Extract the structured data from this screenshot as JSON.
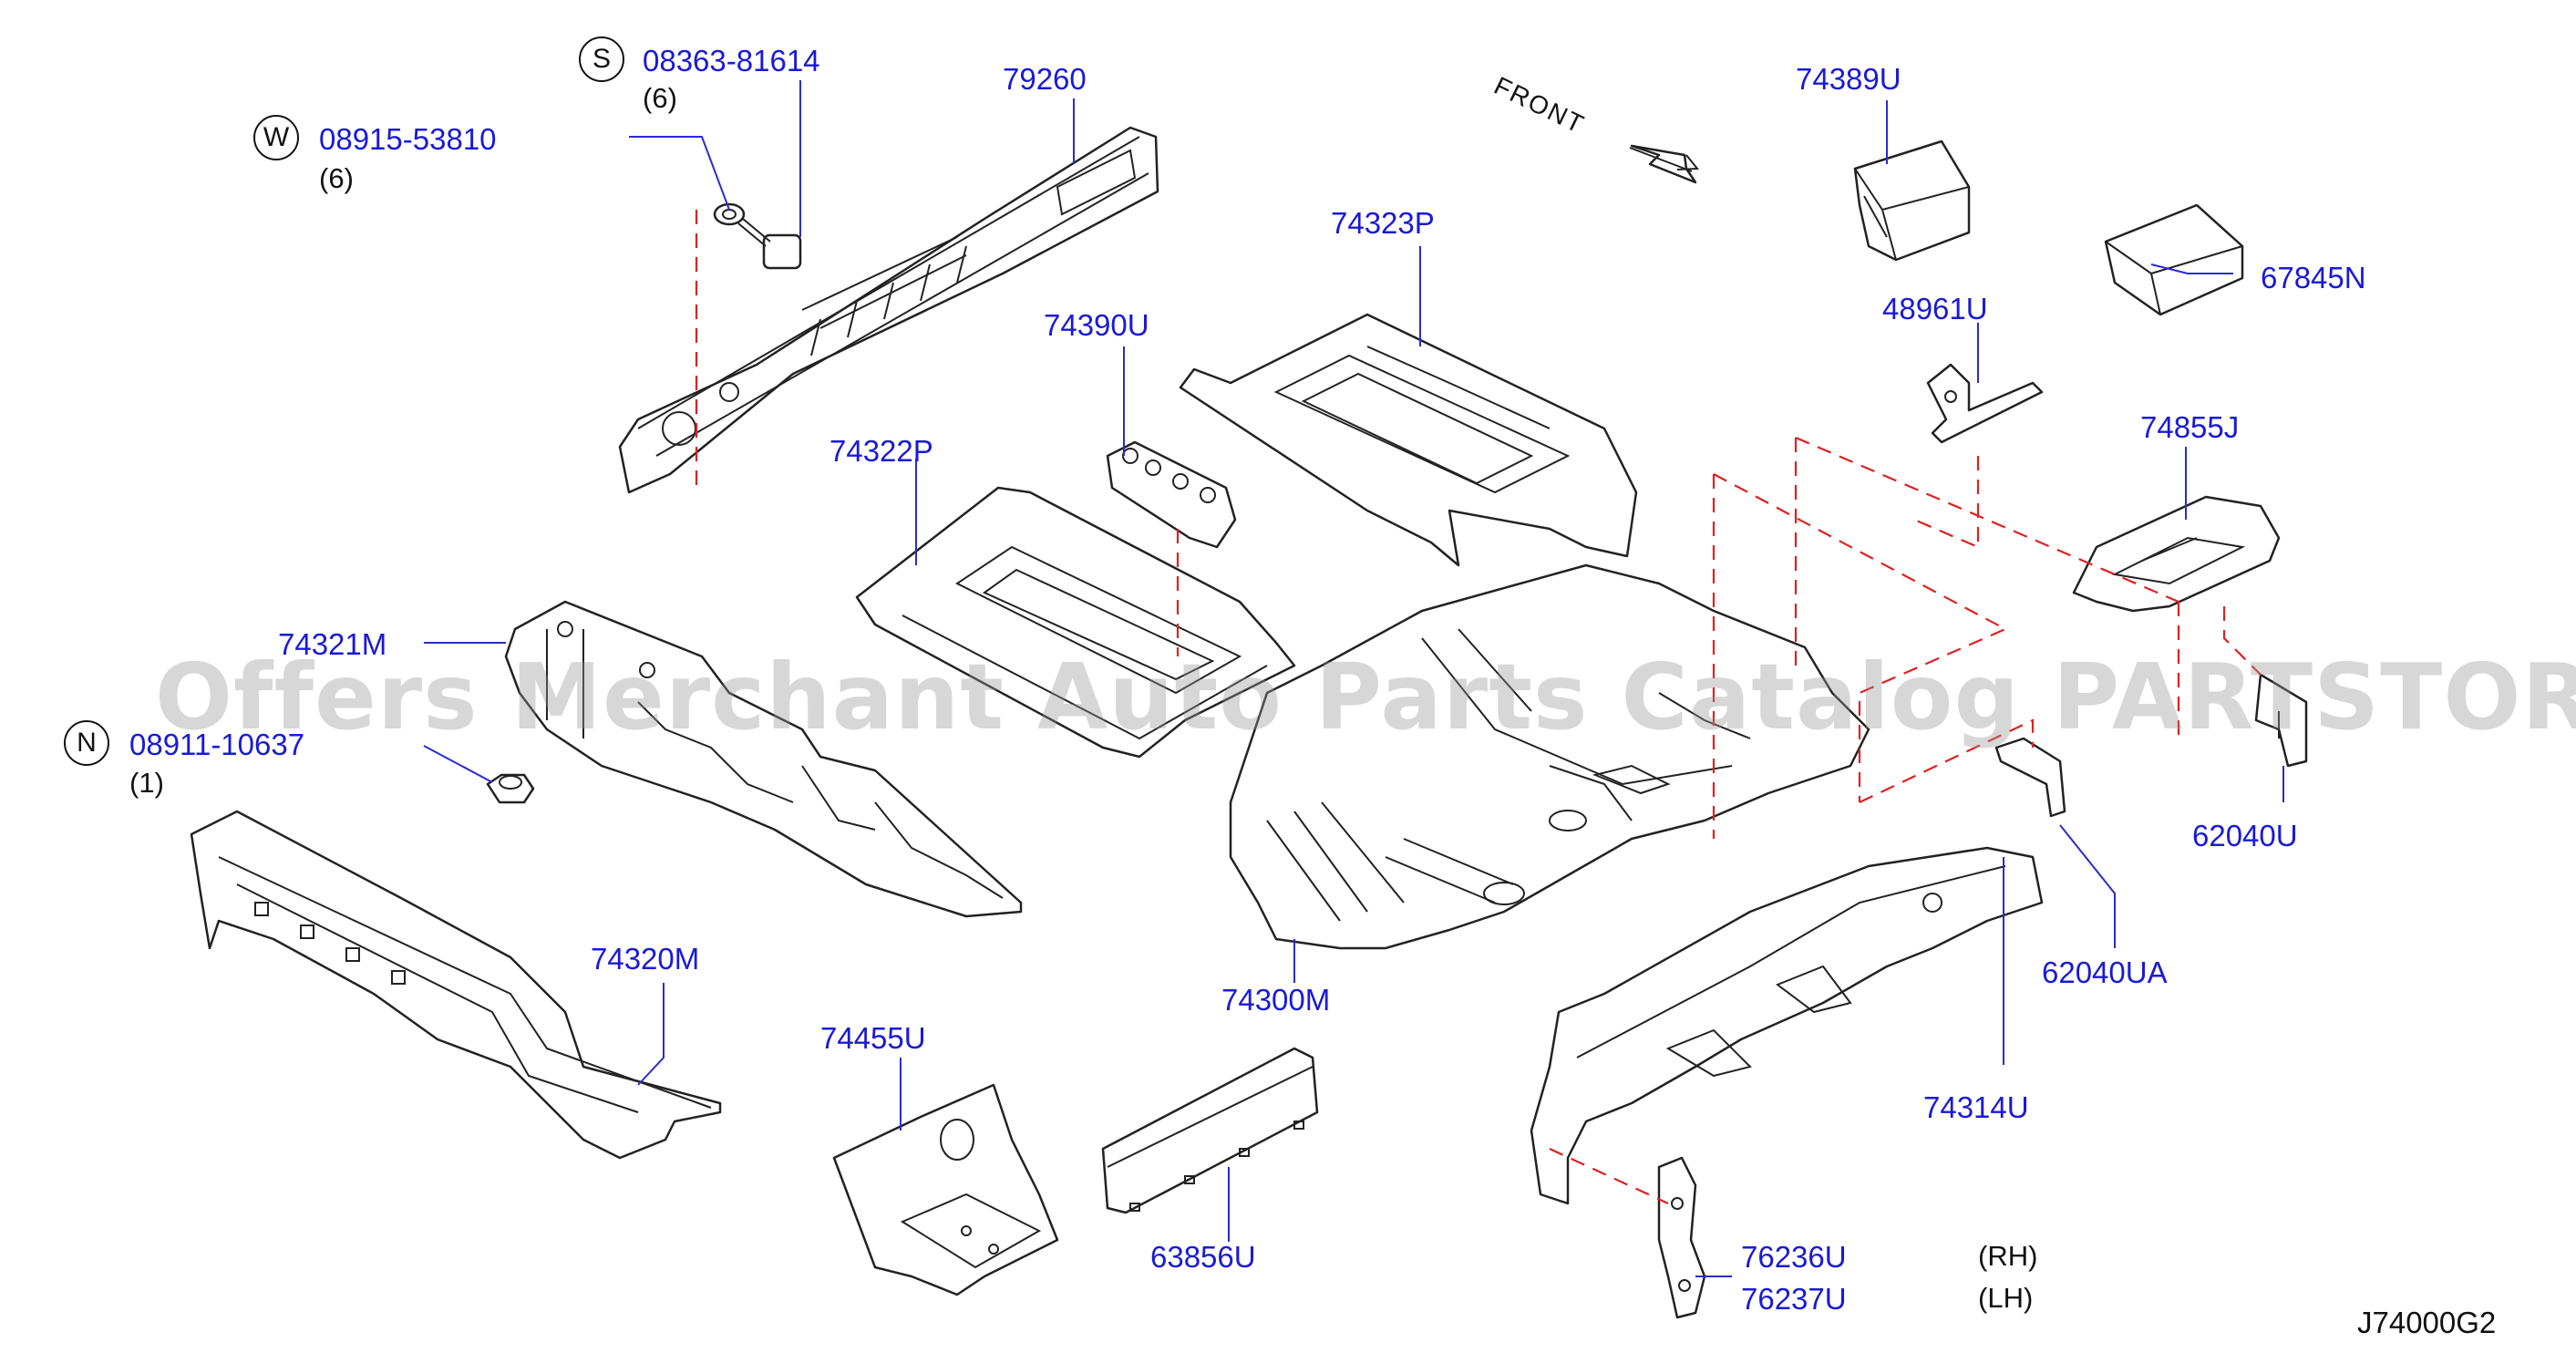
{
  "diagram": {
    "front_label": "FRONT",
    "diagram_code": "J74000G2",
    "watermark": "Offers Merchant Auto Parts Catalog PARTSTORE.SA",
    "colors": {
      "part_number": "#1a1ad6",
      "leader": "#2b2bd0",
      "dashed_guide": "#e02020",
      "outline": "#222222"
    },
    "fasteners": [
      {
        "symbol": "S",
        "part": "08363-81614",
        "qty": "(6)"
      },
      {
        "symbol": "W",
        "part": "08915-53810",
        "qty": "(6)"
      },
      {
        "symbol": "N",
        "part": "08911-10637",
        "qty": "(1)"
      }
    ],
    "parts": {
      "p79260": "79260",
      "p74389U": "74389U",
      "p74323P": "74323P",
      "p67845N": "67845N",
      "p74390U": "74390U",
      "p48961U": "48961U",
      "p74322P": "74322P",
      "p74855J": "74855J",
      "p74321M": "74321M",
      "p62040U": "62040U",
      "p74320M": "74320M",
      "p62040UA": "62040UA",
      "p74300M": "74300M",
      "p74455U": "74455U",
      "p74314U": "74314U",
      "p63856U": "63856U",
      "p76236U": "76236U",
      "p76237U": "76237U",
      "rh": "(RH)",
      "lh": "(LH)"
    }
  }
}
